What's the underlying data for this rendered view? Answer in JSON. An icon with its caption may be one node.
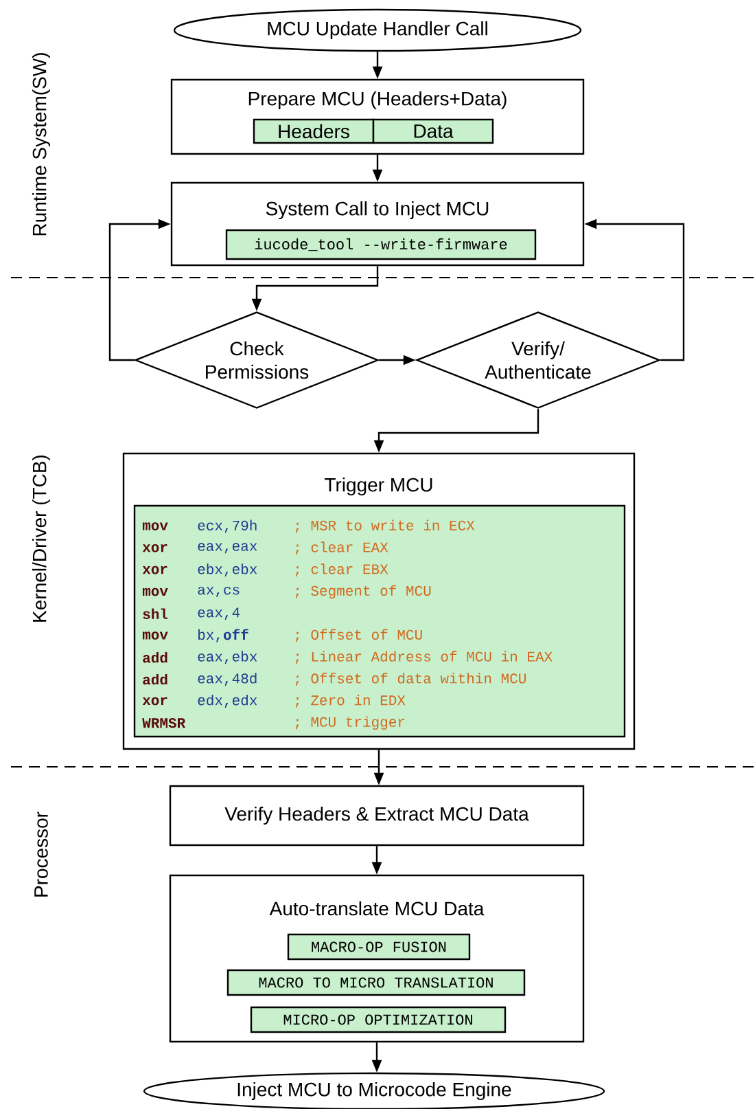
{
  "diagram": {
    "nodes": [
      {
        "text": [
          "MCU Update Handler Call"
        ]
      },
      {
        "text": [
          "Prepare MCU (Headers+Data)"
        ]
      },
      {
        "text": [
          "Headers"
        ],
        "in": 1
      },
      {
        "text": [
          "Data"
        ],
        "in": 1
      },
      {
        "text": [
          "System Call to Inject MCU"
        ]
      },
      {
        "text": [
          "iucode_tool --write-firmware"
        ],
        "in": 4
      },
      {
        "text": [
          "Check Permissions"
        ]
      },
      {
        "text": [
          "Verify/ Authenticate"
        ]
      },
      {
        "text": [
          "Trigger MCU"
        ]
      },
      {
        "text": [
          "mov",
          "ecx,79h",
          "; MSR to write in ECX",
          "xor",
          "eax,eax",
          "; clear EAX",
          "xor",
          "ebx,ebx",
          "; clear EBX",
          "mov",
          "ax,cs",
          "; Segment of MCU",
          "shl",
          "eax,4",
          "mov",
          "bx,**off**",
          "; Offset of MCU",
          "add",
          "eax,ebx",
          "; Linear Address of MCU in EAX",
          "add",
          "eax,48d",
          "; Offset of data within MCU",
          "xor",
          "edx,edx",
          "; Zero in EDX",
          "WRMSR",
          "; MCU trigger"
        ],
        "in": 8
      },
      {
        "text": [
          "Verify Headers & Extract MCU Data"
        ]
      },
      {
        "text": [
          "Auto-translate MCU Data"
        ]
      },
      {
        "text": [
          "MACRO-OP FUSION"
        ],
        "in": 11
      },
      {
        "text": [
          "MACRO TO MICRO TRANSLATION"
        ],
        "in": 11
      },
      {
        "text": [
          "MICRO-OP OPTIMIZATION"
        ],
        "in": 11
      },
      {
        "text": [
          "Inject MCU to Microcode Engine"
        ]
      }
    ],
    "edges": [
      {
        "from": 0,
        "to": 1,
        "arrow": "to"
      },
      {
        "from": 1,
        "to": 4,
        "arrow": "to"
      },
      {
        "from": 4,
        "to": 6,
        "arrow": "to"
      },
      {
        "from": 6,
        "to": 7,
        "arrow": "to"
      },
      {
        "from": 6,
        "to": 4,
        "arrow": "to"
      },
      {
        "from": 7,
        "to": 4,
        "arrow": "to"
      },
      {
        "from": 7,
        "to": 8,
        "arrow": "to"
      },
      {
        "from": 8,
        "to": 10,
        "arrow": "to"
      },
      {
        "from": 10,
        "to": 11,
        "arrow": "to"
      },
      {
        "from": 11,
        "to": 15,
        "arrow": "to"
      }
    ],
    "labels": [
      "Runtime System(SW)",
      "Kernel/Driver (TCB)",
      "Processor"
    ]
  }
}
